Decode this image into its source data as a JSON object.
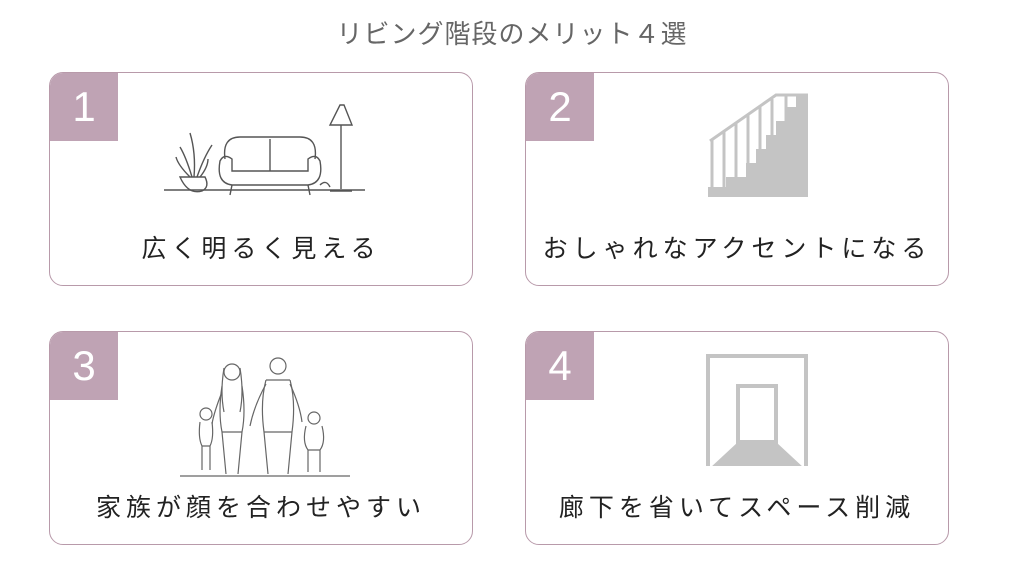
{
  "title": "リビング階段のメリット４選",
  "cards": [
    {
      "number": "1",
      "text": "広く明るく見える"
    },
    {
      "number": "2",
      "text": "おしゃれなアクセントになる"
    },
    {
      "number": "3",
      "text": "家族が顔を合わせやすい"
    },
    {
      "number": "4",
      "text": "廊下を省いてスペース削減"
    }
  ],
  "colors": {
    "accent": "#bfa3b4",
    "border": "#b89aaa",
    "illustration": "#c4c4c4"
  },
  "icons": [
    "living-room-icon",
    "staircase-icon",
    "family-icon",
    "corridor-icon"
  ]
}
